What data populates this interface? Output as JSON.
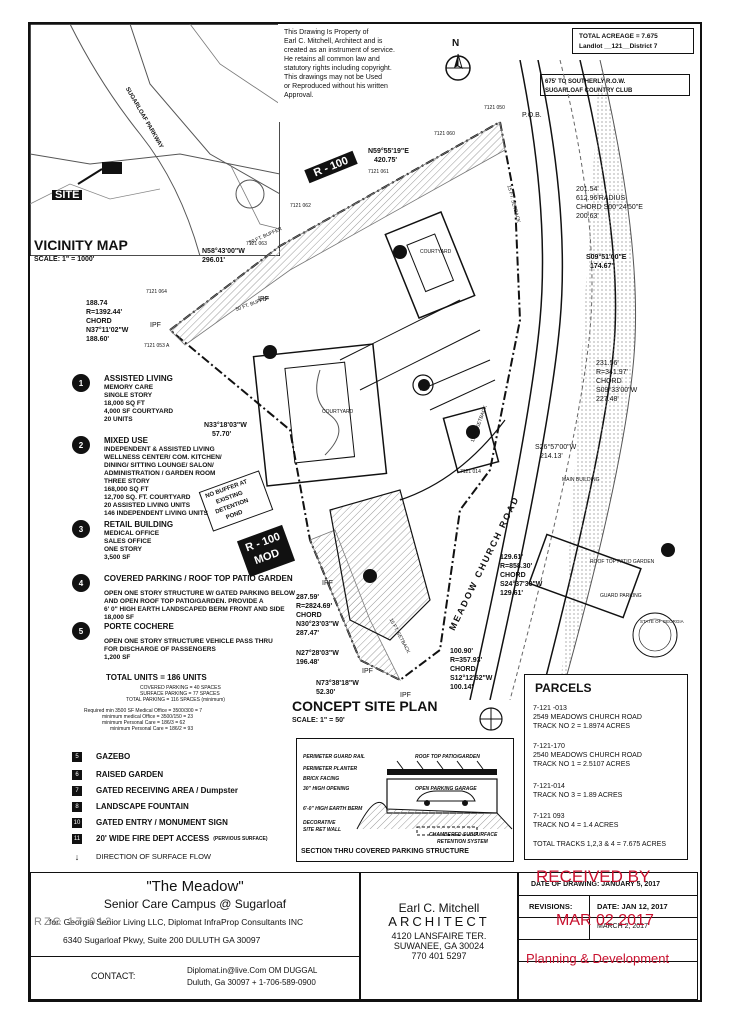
{
  "copyright": [
    "This Drawing Is Property of",
    "Earl C. Mitchell, Architect and is",
    "created as an instrument of service.",
    "He retains all common law and",
    "statutory rights including copyright.",
    "This drawings may not be Used",
    "or Reproduced without his written",
    "Approval."
  ],
  "acreage": {
    "total": "TOTAL ACREAGE = 7.675",
    "landlot": "Landlot __121__District 7"
  },
  "north_label": "N",
  "country_club_note": [
    "675' TO SOUTHERLY R.O.W.",
    "SUGARLOAF COUNTRY CLUB"
  ],
  "vicinity": {
    "title": "VICINITY MAP",
    "scale": "SCALE: 1\" = 1000'",
    "site": "SITE",
    "road": "SUGARLOAF PARKWAY"
  },
  "zoning": {
    "r100": "R - 100",
    "r100mod_a": "R - 100",
    "r100mod_b": "MOD"
  },
  "no_buffer": [
    "NO BUFFER AT",
    "EXISTING",
    "DETENTION",
    "POND"
  ],
  "survey": {
    "n59": [
      "N59°55'19\"E",
      "420.75'"
    ],
    "n58": [
      "N58°43'00\"W",
      "296.01'"
    ],
    "curve1": [
      "188.74",
      "R=1392.44'",
      "CHORD",
      "N37°11'02\"W",
      "188.60'"
    ],
    "n33": [
      "N33°18'03\"W",
      "57.70'"
    ],
    "curve2": [
      "201.54'",
      "612.96'RADIUS",
      "CHORD S00°24'50\"E",
      "200.63'"
    ],
    "s09": [
      "S09°51'00\"E",
      "174.67'"
    ],
    "curve3": [
      "231.56'",
      "R=341.97'",
      "CHORD",
      "S09°33'00\"W",
      "227.48'"
    ],
    "s26": [
      "S26°57'00\"W",
      "214.13'"
    ],
    "curve4": [
      "129.61'",
      "R=858.30'",
      "CHORD",
      "S24°37'30\"W",
      "129.61'"
    ],
    "curve5": [
      "287.59'",
      "R=2824.69'",
      "CHORD",
      "N30°23'03\"W",
      "287.47'"
    ],
    "n27": [
      "N27°28'03\"W",
      "196.48'"
    ],
    "n73": [
      "N73°38'18\"W",
      "52.30'"
    ],
    "curve6": [
      "100.90'",
      "R=357.93'",
      "CHORD",
      "S12°12'52\"W",
      "100.14'"
    ],
    "pob": "P.O.B.",
    "ipf": "IPF",
    "parcel_ids": [
      "7121 050",
      "7121 060",
      "7121 061",
      "7121 062",
      "7121 063",
      "7121 064",
      "7121 053 A",
      "7121 014"
    ],
    "road": "MEADOW CHURCH ROAD",
    "buffer_50": "50 FT. BUFFER",
    "setback_15": "15 FT. SETBACK",
    "courtyard": "COURTYARD",
    "main_building": "MAIN BUILDING",
    "roof_top": "ROOF TOP PATIO GARDEN",
    "guard_parking": "GUARD PARKING",
    "seal_text": "STATE OF GEORGIA"
  },
  "legend_items": [
    {
      "num": "1",
      "lines": [
        "ASSISTED LIVING",
        "MEMORY CARE",
        "SINGLE STORY",
        "18,000 SQ FT",
        "4,000 SF COURTYARD",
        "20 UNITS"
      ]
    },
    {
      "num": "2",
      "lines": [
        "MIXED USE",
        "INDEPENDENT & ASSISTED LIVING",
        "WELLNESS CENTER/ COM. KITCHEN/",
        "DINING/ SITTING LOUNGE/ SALON/",
        "ADMINISTRATION / GARDEN ROOM",
        "THREE STORY",
        "168,000 SQ FT",
        "12,700 SQ. FT. COURTYARD",
        "20 ASSISTED LIVING UNITS",
        "146 INDEPENDENT LIVING UNITS"
      ]
    },
    {
      "num": "3",
      "lines": [
        "RETAIL BUILDING",
        "MEDICAL OFFICE",
        "SALES OFFICE",
        "ONE STORY",
        "3,500 SF"
      ]
    },
    {
      "num": "4",
      "lines": [
        "COVERED PARKING / ROOF TOP PATIO GARDEN",
        "",
        "OPEN ONE STORY STRUCTURE W/ GATED PARKING BELOW",
        "AND OPEN ROOF TOP PATIO/GARDEN. PROVIDE A",
        "6' 0\" HIGH EARTH LANDSCAPED BERM FRONT AND SIDE",
        "18,000 SF"
      ]
    },
    {
      "num": "5",
      "lines": [
        "PORTE COCHERE",
        "",
        "OPEN ONE STORY STRUCTURE VEHICLE PASS THRU",
        "FOR DISCHARGE OF PASSENGERS",
        "1,200 SF"
      ]
    }
  ],
  "units": {
    "total": "TOTAL UNITS = 186 UNITS",
    "lines": [
      "COVERED PARKING = 40 SPACES",
      "SURFACE PARKING = 77 SPACES",
      "TOTAL PARKING = 116 SPACES (minimum)"
    ],
    "req": [
      "Required min 3500 SF Medical Office = 3500/300 = 7",
      "minimum medical Office = 3500/150 = 23",
      "minimum Personal Care = 186/3 = 62",
      "minimum Personal Care = 186/2 = 93"
    ]
  },
  "concept": {
    "title": "CONCEPT SITE PLAN",
    "scale": "SCALE: 1\" = 50'"
  },
  "small_legend": [
    {
      "sym": "5",
      "label": "GAZEBO"
    },
    {
      "sym": "6",
      "label": "RAISED GARDEN"
    },
    {
      "sym": "7",
      "label": "GATED RECEIVING AREA / Dumpster"
    },
    {
      "sym": "8",
      "label": "LANDSCAPE FOUNTAIN"
    },
    {
      "sym": "10",
      "label": "GATED ENTRY / MONUMENT SIGN"
    },
    {
      "sym": "11",
      "label": "20' WIDE FIRE DEPT ACCESS",
      "note": "(PERVIOUS SURFACE)"
    },
    {
      "sym": "↓",
      "label": "DIRECTION OF SURFACE FLOW"
    }
  ],
  "section": {
    "title": "SECTION THRU COVERED PARKING STRUCTURE",
    "labels": [
      "PERIMETER GUARD RAIL",
      "ROOF TOP PATIO/GARDEN",
      "PERIMETER PLANTER",
      "BRICK FACING",
      "30\" HIGH OPENING",
      "OPEN PARKING GARAGE",
      "6'-0\" HIGH EARTH BERM",
      "DECORATIVE",
      "SITE RET WALL",
      "CHAMBERED SUBSURFACE",
      "RETENTION SYSTEM"
    ]
  },
  "parcels": {
    "title": "PARCELS",
    "items": [
      [
        "7-121 -013",
        "2549 MEADOWS CHURCH ROAD",
        "TRACK NO 2 = 1.8974 ACRES"
      ],
      [
        "7-121-170",
        "2540 MEADOWS CHURCH ROAD",
        "TRACK NO 1 = 2.5107 ACRES"
      ],
      [
        "7-121-014",
        "TRACK NO 3 = 1.89 ACRES"
      ],
      [
        "7-121 093",
        "TRACK NO 4 = 1.4 ACRES"
      ]
    ],
    "total": "TOTAL TRACKS 1,2,3 & 4 = 7.675 ACRES"
  },
  "title_block": {
    "project": "\"The Meadow\"",
    "subtitle": "Senior Care Campus @ Sugarloaf",
    "for": "for: Georgia Senior Living LLC, Diplomat InfraProp Consultants INC",
    "address": "6340 Sugarloaf Pkwy, Suite 200   DULUTH GA 30097",
    "contact_label": "CONTACT:",
    "contact_1": "Diplomat.in@live.Com  OM DUGGAL",
    "contact_2": "Duluth, Ga     30097  +  1-706-589-0900",
    "rzc": "RZC 17 012",
    "architect_1": "Earl C. Mitchell",
    "architect_2": "ARCHITECT",
    "arch_addr_1": "4120 LANSFAIRE TER.",
    "arch_addr_2": "SUWANEE, GA  30024",
    "arch_phone": "770 401 5297",
    "date_label": "DATE OF DRAWING: JANUARY 5, 2017",
    "revisions_label": "REVISIONS:",
    "revision_date": "DATE:  JAN 12, 2017",
    "march": "MARCH 2, 2017"
  },
  "stamp": {
    "line1": "RECEIVED BY",
    "line2": "MAR 02 2017",
    "line3": "Planning & Development"
  },
  "colors": {
    "ink": "#111111",
    "stamp": "#c8102e",
    "hatch": "#9a9a9a"
  }
}
